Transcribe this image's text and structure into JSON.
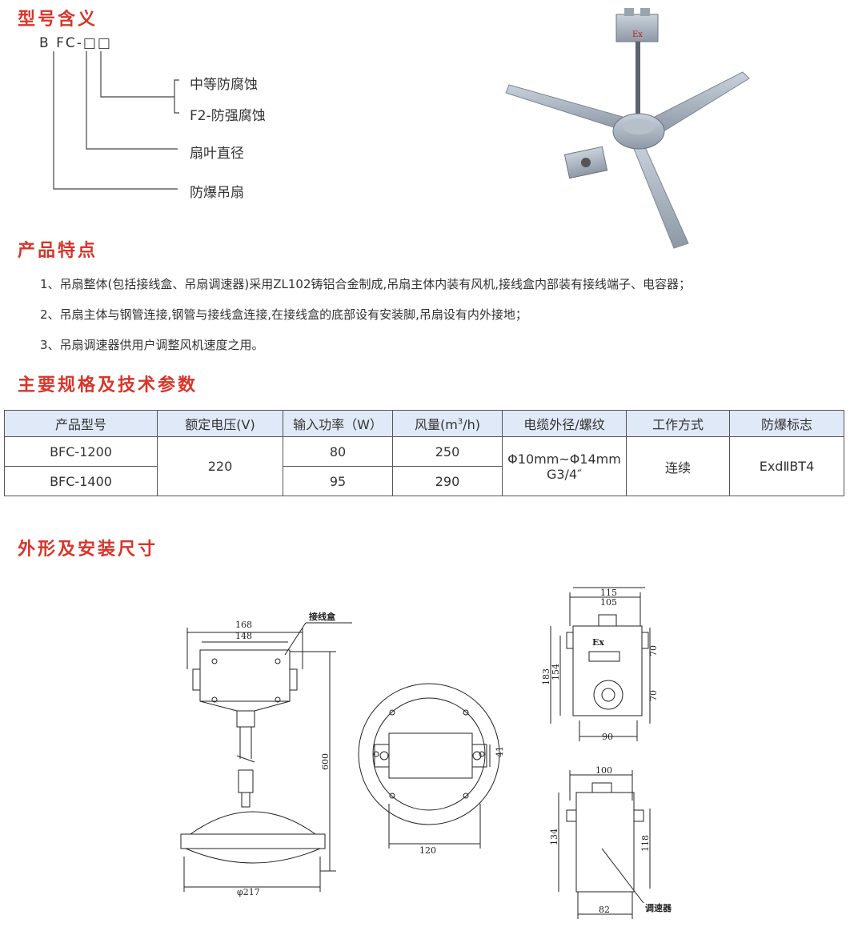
{
  "sections": {
    "model_meaning": "型号含义",
    "features": "产品特点",
    "specs": "主要规格及技术参数",
    "dimensions": "外形及安装尺寸"
  },
  "model_code": "B FC-□□",
  "code_labels": {
    "medium": "中等防腐蚀",
    "strong": "F2-防强腐蚀",
    "diameter": "扇叶直径",
    "type": "防爆吊扇"
  },
  "features": [
    "1、吊扇整体(包括接线盒、吊扇调速器)采用ZL102铸铝合金制成,吊扇主体内装有风机,接线盒内部装有接线端子、电容器；",
    "2、吊扇主体与钢管连接,钢管与接线盒连接,在接线盒的底部设有安装脚,吊扇设有内外接地；",
    "3、吊扇调速器供用户调整风机速度之用。"
  ],
  "table": {
    "headers": {
      "model": "产品型号",
      "voltage": "额定电压(V)",
      "power": "输入功率（W）",
      "airflow_pre": "风量(m",
      "airflow_sup": "3",
      "airflow_post": "/h)",
      "cable": "电缆外径/螺纹",
      "mode": "工作方式",
      "exmark": "防爆标志"
    },
    "voltage": "220",
    "cable_1": "Φ10mm~Φ14mm",
    "cable_2": "G3/4″",
    "mode": "连续",
    "exmark": "ExdⅡBT4",
    "rows": [
      {
        "model": "BFC-1200",
        "power": "80",
        "airflow": "250"
      },
      {
        "model": "BFC-1400",
        "power": "95",
        "airflow": "290"
      }
    ]
  },
  "drawing": {
    "junction_box": "接线盒",
    "d168": "168",
    "d148": "148",
    "d600": "600",
    "d217": "φ217",
    "d120": "120",
    "d41": "41",
    "d115": "115",
    "d105": "105",
    "d183": "183",
    "d154": "154",
    "d70a": "70",
    "d70b": "70",
    "d90": "90",
    "d100": "100",
    "d134": "134",
    "d118": "118",
    "d82": "82",
    "ex": "Ex",
    "regulator": "调速器"
  }
}
